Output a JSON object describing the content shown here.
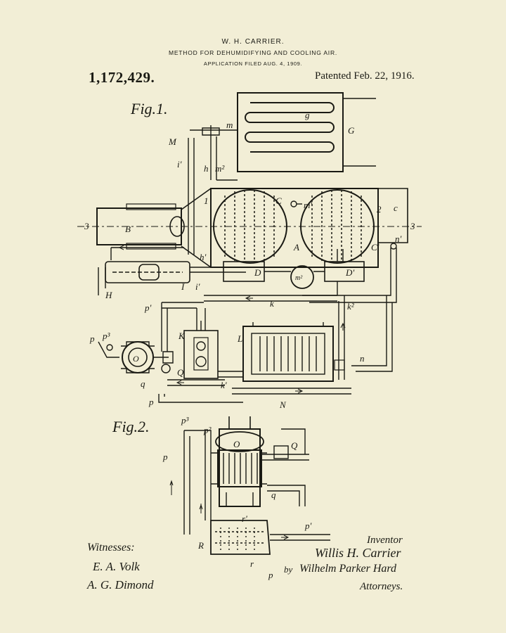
{
  "header": {
    "inventor": "W. H. CARRIER.",
    "title": "METHOD FOR DEHUMIDIFYING AND COOLING AIR.",
    "filed": "APPLICATION FILED AUG. 4, 1909.",
    "patent_number": "1,172,429.",
    "patent_date": "Patented Feb. 22, 1916."
  },
  "figures": {
    "fig1": "Fig.1.",
    "fig2": "Fig.2."
  },
  "fig1_labels": {
    "g": "g",
    "G": "G",
    "M": "M",
    "m": "m",
    "i1": "i'",
    "h": "h",
    "m2": "m²",
    "n1": "1",
    "C": "C",
    "m1": "m'",
    "n2": "2",
    "c": "c",
    "n3a": "3",
    "n3b": "3",
    "B": "B",
    "A": "A",
    "C1": "C'",
    "nn1": "n'",
    "h1": "h'",
    "D": "D",
    "m2b": "m²",
    "D1": "D'",
    "H": "H",
    "I": "I",
    "i1b": "i'",
    "p1": "p'",
    "k": "k",
    "k2": "k²",
    "p": "p",
    "p3": "p³",
    "K": "K",
    "L": "L",
    "O": "O",
    "Q": "Q",
    "n": "n",
    "q": "q",
    "k1": "k'",
    "p_b": "p",
    "N": "N"
  },
  "fig2_labels": {
    "p3": "p³",
    "p2": "p²",
    "O": "O",
    "Q": "Q",
    "p": "p",
    "q": "q",
    "r1": "r'",
    "p1": "p'",
    "R": "R",
    "r": "r",
    "p_b": "p"
  },
  "footer": {
    "witnesses_label": "Witnesses:",
    "witness1": "E. A. Volk",
    "witness2": "A. G. Dimond",
    "inventor_label": "Inventor",
    "inventor_sig": "Willis H. Carrier",
    "by": "by",
    "attorney_sig": "Wilhelm Parker Hard",
    "attorneys_label": "Attorneys."
  }
}
